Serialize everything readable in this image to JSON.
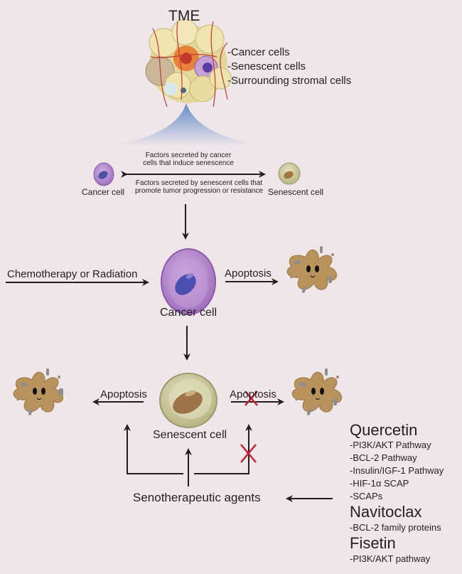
{
  "tme": {
    "title": "TME",
    "components": [
      "-Cancer cells",
      "-Senescent cells",
      "-Surrounding stromal cells"
    ]
  },
  "interaction": {
    "left_cell_label": "Cancer cell",
    "right_cell_label": "Senescent cell",
    "top_text_line1": "Factors secreted by cancer",
    "top_text_line2": "cells that induce senescence",
    "bottom_text_line1": "Factors secreted by senescent cells that",
    "bottom_text_line2": "promote tumor progression or resistance"
  },
  "cancer_row": {
    "treatment_label": "Chemotherapy or Radiation",
    "center_label": "Cancer cell",
    "outcome_label": "Apoptosis"
  },
  "senescent_row": {
    "center_label": "Senescent cell",
    "left_outcome_label": "Apoptosis",
    "right_outcome_label": "Apoptosis",
    "right_outcome_blocked": true
  },
  "senotherapy": {
    "label": "Senotherapeutic agents",
    "drugs": [
      {
        "name": "Quercetin",
        "targets": [
          "-PI3K/AKT Pathway",
          "-BCL-2 Pathway",
          "-Insulin/IGF-1 Pathway",
          "-HIF-1α SCAP",
          "-SCAPs"
        ]
      },
      {
        "name": "Navitoclax",
        "targets": [
          "-BCL-2 family proteins"
        ]
      },
      {
        "name": "Fisetin",
        "targets": [
          "-PI3K/AKT pathway"
        ]
      }
    ]
  },
  "colors": {
    "background": "#efe6ea",
    "arrow": "#231f20",
    "block_x": "#c8202f",
    "cancer_cell": "#a779c2",
    "cancer_nucleus": "#4a4fa8",
    "senescent_cell": "#c9c79a",
    "senescent_nucleus": "#8a6a45",
    "apoptotic_body": "#b8935e",
    "debris": "#8e8e8e",
    "tme_gradient": "#5b86c4"
  }
}
